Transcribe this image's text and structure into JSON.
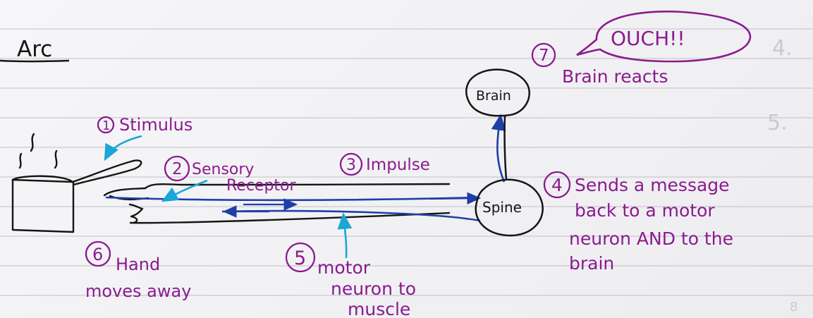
{
  "title": "Arc",
  "ghost_text": [
    "4.",
    "5.",
    "8"
  ],
  "nodes": {
    "brain": "Brain",
    "spine": "Spine"
  },
  "speech_bubble": "OUCH!!",
  "steps": [
    {
      "number": "1",
      "lines": [
        "Stimulus"
      ]
    },
    {
      "number": "2",
      "lines": [
        "Sensory",
        "Receptor"
      ]
    },
    {
      "number": "3",
      "lines": [
        "Impulse"
      ]
    },
    {
      "number": "4",
      "lines": [
        "Sends a message",
        "back to a motor",
        "neuron AND to the",
        "brain"
      ]
    },
    {
      "number": "5",
      "lines": [
        "motor",
        "neuron to",
        "muscle"
      ]
    },
    {
      "number": "6",
      "lines": [
        "Hand",
        "moves away"
      ]
    },
    {
      "number": "7",
      "lines": [
        "Brain reacts"
      ]
    }
  ],
  "colors": {
    "ink": "#151515",
    "purple_ink": "#8b1a8f",
    "blue_ink": "#1f3fa8",
    "cyan_ink": "#1aa6d6",
    "ghost": "#c9c9cf"
  }
}
